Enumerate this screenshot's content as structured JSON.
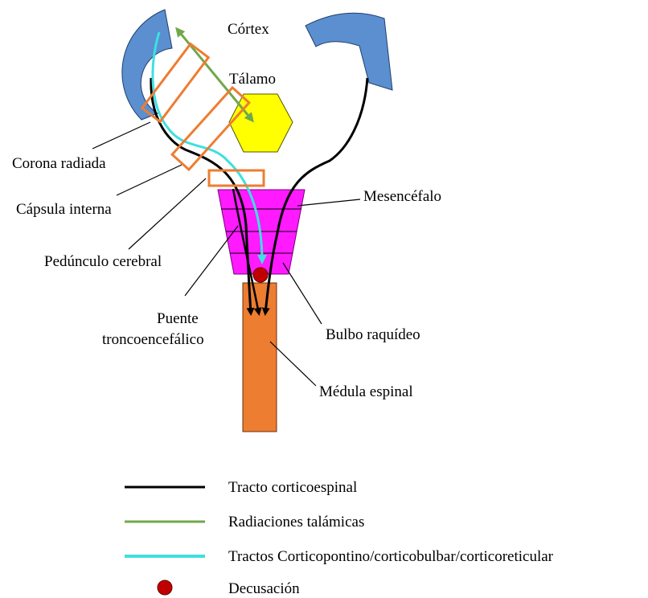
{
  "labels": {
    "cortex": "Córtex",
    "thalamus": "Tálamo",
    "corona_radiata": "Corona radiada",
    "internal_capsule": "Cápsula interna",
    "cerebral_peduncle": "Pedúnculo cerebral",
    "pons_line1": "Puente",
    "pons_line2": "troncoencefálico",
    "midbrain": "Mesencéfalo",
    "medulla": "Bulbo raquídeo",
    "spinal_cord": "Médula espinal"
  },
  "legend": [
    {
      "kind": "line",
      "color": "#000000",
      "label": "Tracto corticoespinal"
    },
    {
      "kind": "line",
      "color": "#70a84a",
      "label": "Radiaciones talámicas"
    },
    {
      "kind": "line",
      "color": "#3ee0e0",
      "label": "Tractos Corticopontino/corticobulbar/corticoreticular"
    },
    {
      "kind": "dot",
      "color": "#c00000",
      "label": "Decusación"
    }
  ],
  "colors": {
    "cortex": "#5b8fd0",
    "thalamus": "#ffff00",
    "brainstem": "#ff1aff",
    "spinal_cord": "#ed7d31",
    "highlight_box": "#ed7d31",
    "corticospinal": "#000000",
    "thalamic_radiation": "#70a84a",
    "other_tracts": "#3ee0e0",
    "decussation": "#c00000"
  }
}
